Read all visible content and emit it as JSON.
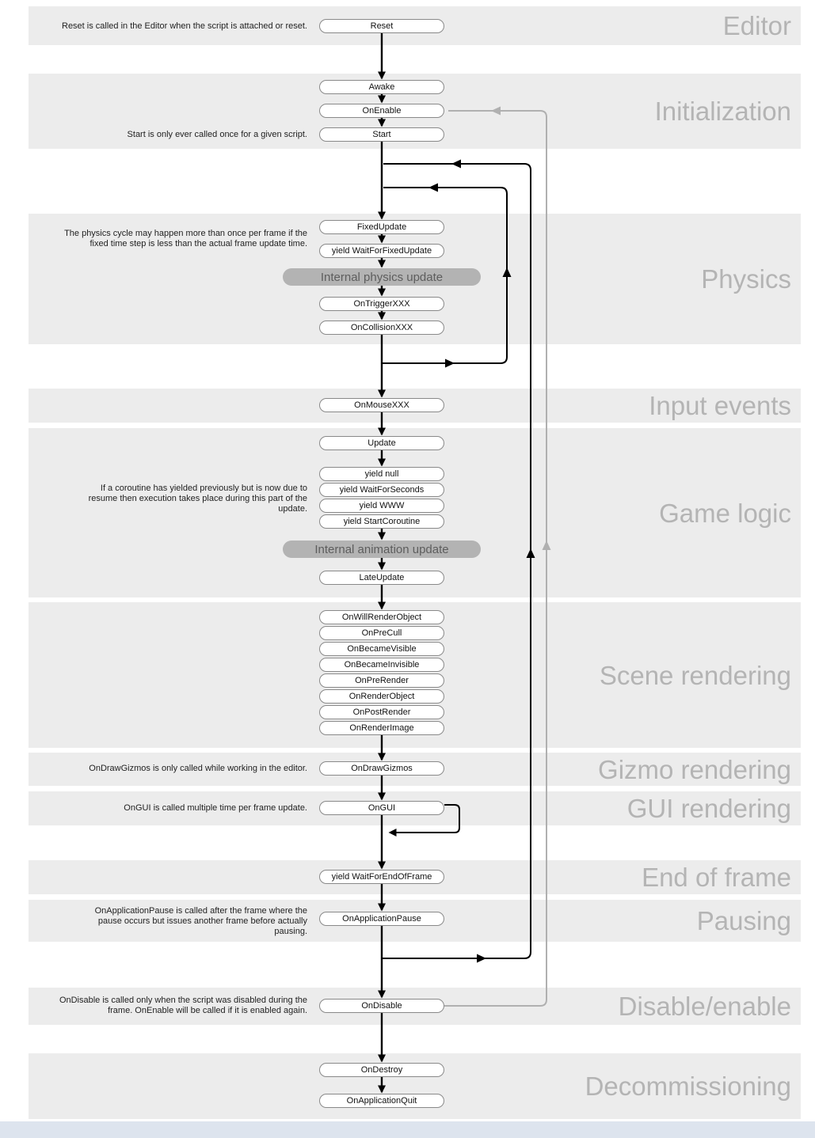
{
  "sections": [
    {
      "label": "Editor"
    },
    {
      "label": "Initialization"
    },
    {
      "label": "Physics"
    },
    {
      "label": "Input events"
    },
    {
      "label": "Game logic"
    },
    {
      "label": "Scene rendering"
    },
    {
      "label": "Gizmo rendering"
    },
    {
      "label": "GUI rendering"
    },
    {
      "label": "End of frame"
    },
    {
      "label": "Pausing"
    },
    {
      "label": "Disable/enable"
    },
    {
      "label": "Decommissioning"
    }
  ],
  "nodes": [
    {
      "label": "Reset"
    },
    {
      "label": "Awake"
    },
    {
      "label": "OnEnable"
    },
    {
      "label": "Start"
    },
    {
      "label": "FixedUpdate"
    },
    {
      "label": "yield WaitForFixedUpdate"
    },
    {
      "label": "Internal physics update"
    },
    {
      "label": "OnTriggerXXX"
    },
    {
      "label": "OnCollisionXXX"
    },
    {
      "label": "OnMouseXXX"
    },
    {
      "label": "Update"
    },
    {
      "label": "yield null"
    },
    {
      "label": "yield WaitForSeconds"
    },
    {
      "label": "yield WWW"
    },
    {
      "label": "yield StartCoroutine"
    },
    {
      "label": "Internal animation update"
    },
    {
      "label": "LateUpdate"
    },
    {
      "label": "OnWillRenderObject"
    },
    {
      "label": "OnPreCull"
    },
    {
      "label": "OnBecameVisible"
    },
    {
      "label": "OnBecameInvisible"
    },
    {
      "label": "OnPreRender"
    },
    {
      "label": "OnRenderObject"
    },
    {
      "label": "OnPostRender"
    },
    {
      "label": "OnRenderImage"
    },
    {
      "label": "OnDrawGizmos"
    },
    {
      "label": "OnGUI"
    },
    {
      "label": "yield WaitForEndOfFrame"
    },
    {
      "label": "OnApplicationPause"
    },
    {
      "label": "OnDisable"
    },
    {
      "label": "OnDestroy"
    },
    {
      "label": "OnApplicationQuit"
    }
  ],
  "annotations": [
    {
      "text": "Reset is called in the Editor when the script is attached or reset."
    },
    {
      "text": "Start is only ever called once for a given script."
    },
    {
      "text": "The physics cycle may happen more than once per frame if the fixed time step is less than the actual frame update time."
    },
    {
      "text": "If a coroutine has yielded previously but is now due to resume then execution takes place during this part of the update."
    },
    {
      "text": "OnDrawGizmos is only called while working in the editor."
    },
    {
      "text": "OnGUI is called multiple time per frame update."
    },
    {
      "text": "OnApplicationPause is called after the frame where the pause occurs but issues another frame before actually pausing."
    },
    {
      "text": "OnDisable is called only when the script was disabled during the frame. OnEnable will be called if it is enabled again."
    }
  ],
  "colors": {
    "band": "#ececec",
    "section_label": "#b4b4b4",
    "node_border": "#898989",
    "node_fill": "#ffffff",
    "internal_bar_fill": "#b3b3b3",
    "internal_bar_text": "#5d5d5d",
    "arrow_black": "#000000",
    "arrow_gray": "#b0b0b0"
  }
}
